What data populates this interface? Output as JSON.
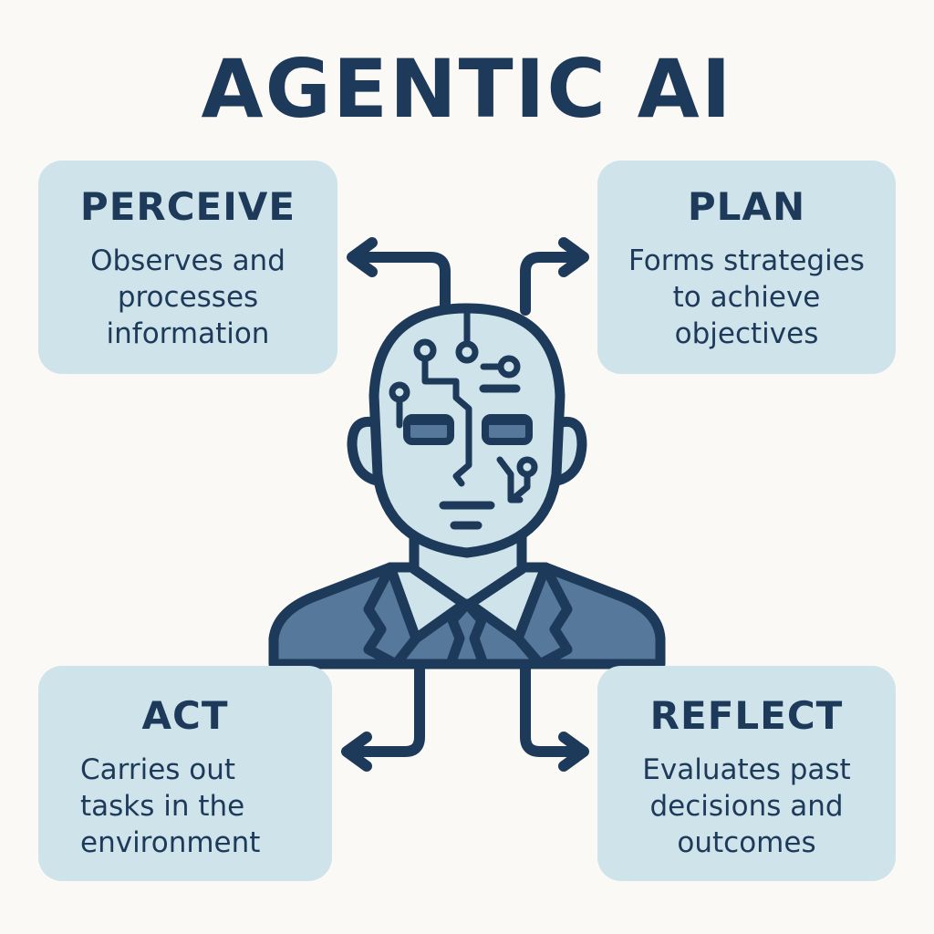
{
  "title": "AGENTIC AI",
  "cards": {
    "perceive": {
      "title": "PERCEIVE",
      "description": "Observes and processes information"
    },
    "plan": {
      "title": "PLAN",
      "description": "Forms strategies to achieve objectives"
    },
    "act": {
      "title": "ACT",
      "description": "Carries out tasks in the environment"
    },
    "reflect": {
      "title": "REFLECT",
      "description": "Evaluates past decisions and outcomes"
    }
  },
  "colors": {
    "background": "#fbf9f6",
    "card": "#cfe3ea",
    "ink": "#1e3a5a",
    "face": "#cfe3ea",
    "suit": "#56789a"
  },
  "icons": [
    "robot-head-icon",
    "circuit-icon",
    "arrow-icon"
  ]
}
